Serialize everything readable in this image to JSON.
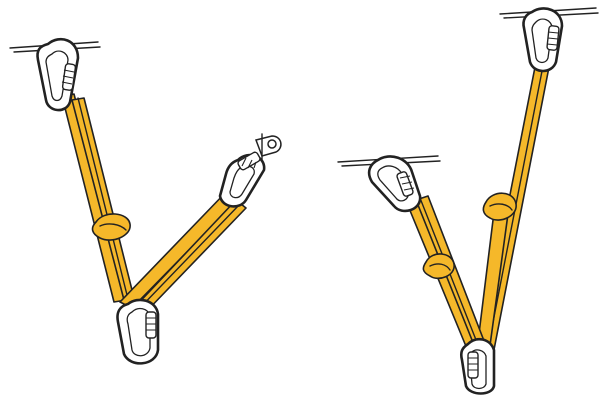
{
  "figure": {
    "panels": [
      {
        "id": "left",
        "anchors": 2,
        "master_points": 1
      },
      {
        "id": "right",
        "anchors": 2,
        "master_points": 1
      }
    ]
  },
  "colors": {
    "webbing": "#f5b82a",
    "outline": "#222222",
    "carabiner_fill": "#ffffff",
    "background": "#ffffff"
  },
  "icons": [
    "anchor-carabiner",
    "master-point-carabiner",
    "overhand-knot",
    "anchor-bolt-hanger"
  ]
}
